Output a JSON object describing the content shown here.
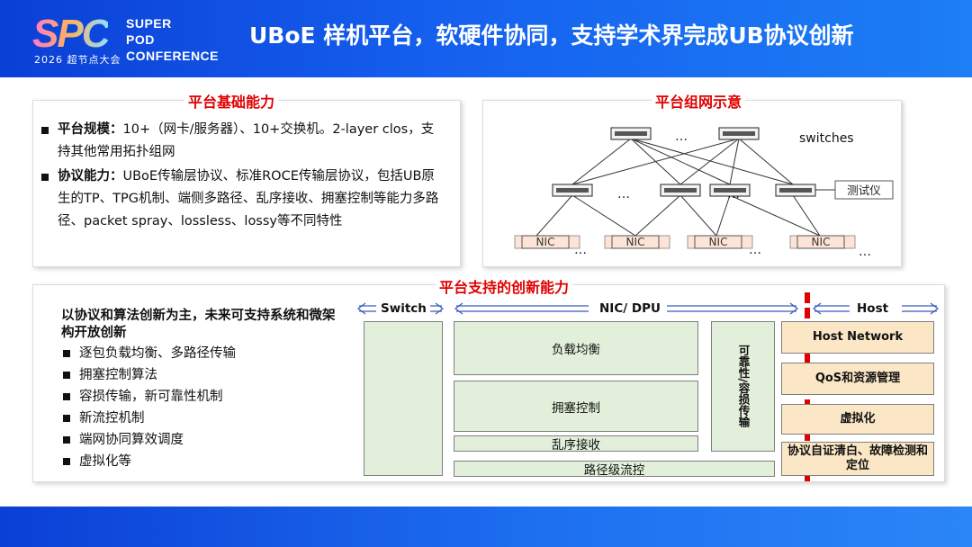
{
  "header": {
    "logo_spc": "SPC",
    "logo_year": "2026 超节点大会",
    "logo_super": "SUPER",
    "logo_pod": "POD",
    "logo_conference": "CONFERENCE",
    "title": "UBoE 样机平台，软硬件协同，支持学术界完成UB协议创新"
  },
  "capability": {
    "title": "平台基础能力",
    "items": [
      {
        "label": "平台规模：",
        "text": "10+（网卡/服务器）、10+交换机。2-layer clos，支持其他常用拓扑组网"
      },
      {
        "label": "协议能力：",
        "text": "UBoE传输层协议、标准ROCE传输层协议，包括UB原生的TP、TPG机制、端侧多路径、乱序接收、拥塞控制等能力多路径、packet spray、lossless、lossy等不同特性"
      }
    ]
  },
  "network": {
    "title": "平台组网示意",
    "switches_label": "switches",
    "tester_label": "测试仪",
    "nic_label": "NIC",
    "ellipsis": "…"
  },
  "innovation": {
    "title": "平台支持的创新能力",
    "intro": "以协议和算法创新为主，未来可支持系统和微架构开放创新",
    "items": [
      "逐包负载均衡、多路径传输",
      "拥塞控制算法",
      "容损传输，新可靠性机制",
      "新流控机制",
      "端网协同算效调度",
      "虚拟化等"
    ],
    "sections": {
      "switch": "Switch",
      "nic": "NIC/ DPU",
      "host": "Host"
    },
    "nic_boxes": {
      "load_balance": "负载均衡",
      "congestion": "拥塞控制",
      "reorder": "乱序接收",
      "path_flow": "路径级流控",
      "reliability": "可靠性/容损传输"
    },
    "host_boxes": [
      "Host Network",
      "QoS和资源管理",
      "虚拟化",
      "协议自证清白、故障检测和定位"
    ]
  }
}
